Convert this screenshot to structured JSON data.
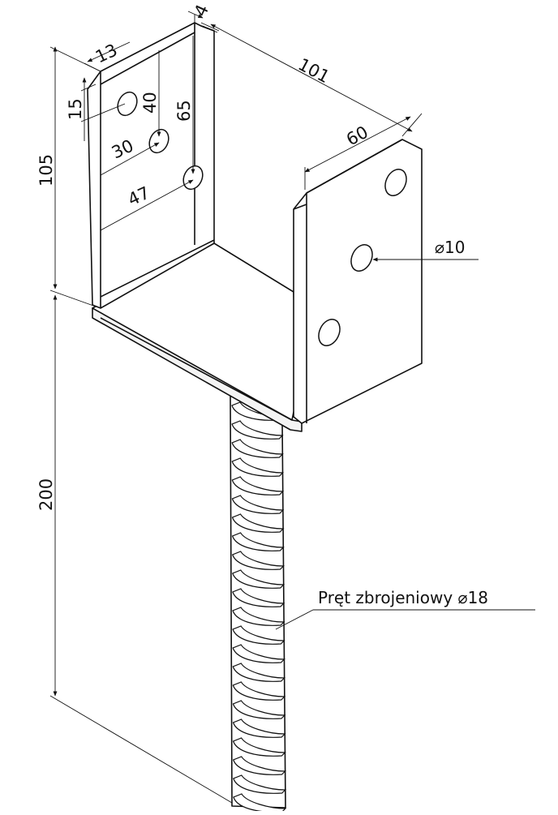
{
  "dimensions": {
    "d13": "13",
    "d4": "4",
    "d101": "101",
    "d15": "15",
    "d40": "40",
    "d65": "65",
    "d30": "30",
    "d47": "47",
    "d60": "60",
    "d105": "105",
    "d200": "200"
  },
  "callouts": {
    "hole_diameter": "⌀10",
    "rebar_label": "Pręt zbrojeniowy ⌀18"
  }
}
